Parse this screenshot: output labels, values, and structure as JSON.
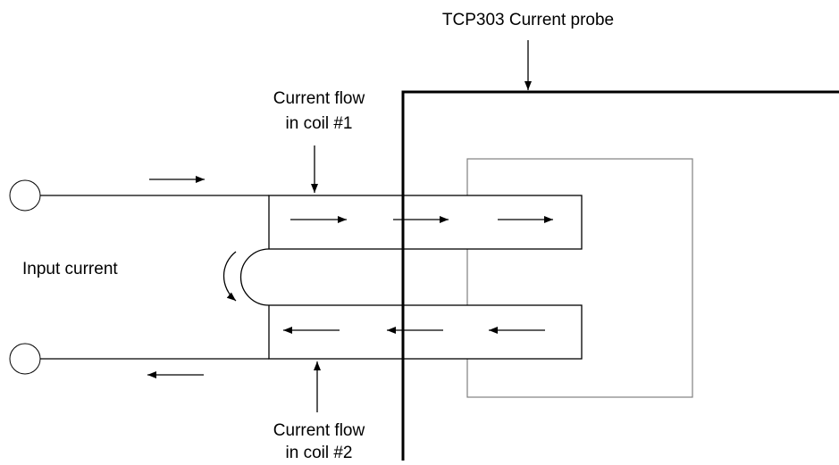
{
  "labels": {
    "probe": "TCP303 Current probe",
    "coil1_line1": "Current flow",
    "coil1_line2": "in coil #1",
    "input": "Input current",
    "coil2_line1": "Current flow",
    "coil2_line2": "in coil #2"
  },
  "colors": {
    "line": "#000000",
    "core_outline": "#808080",
    "background": "#ffffff"
  }
}
